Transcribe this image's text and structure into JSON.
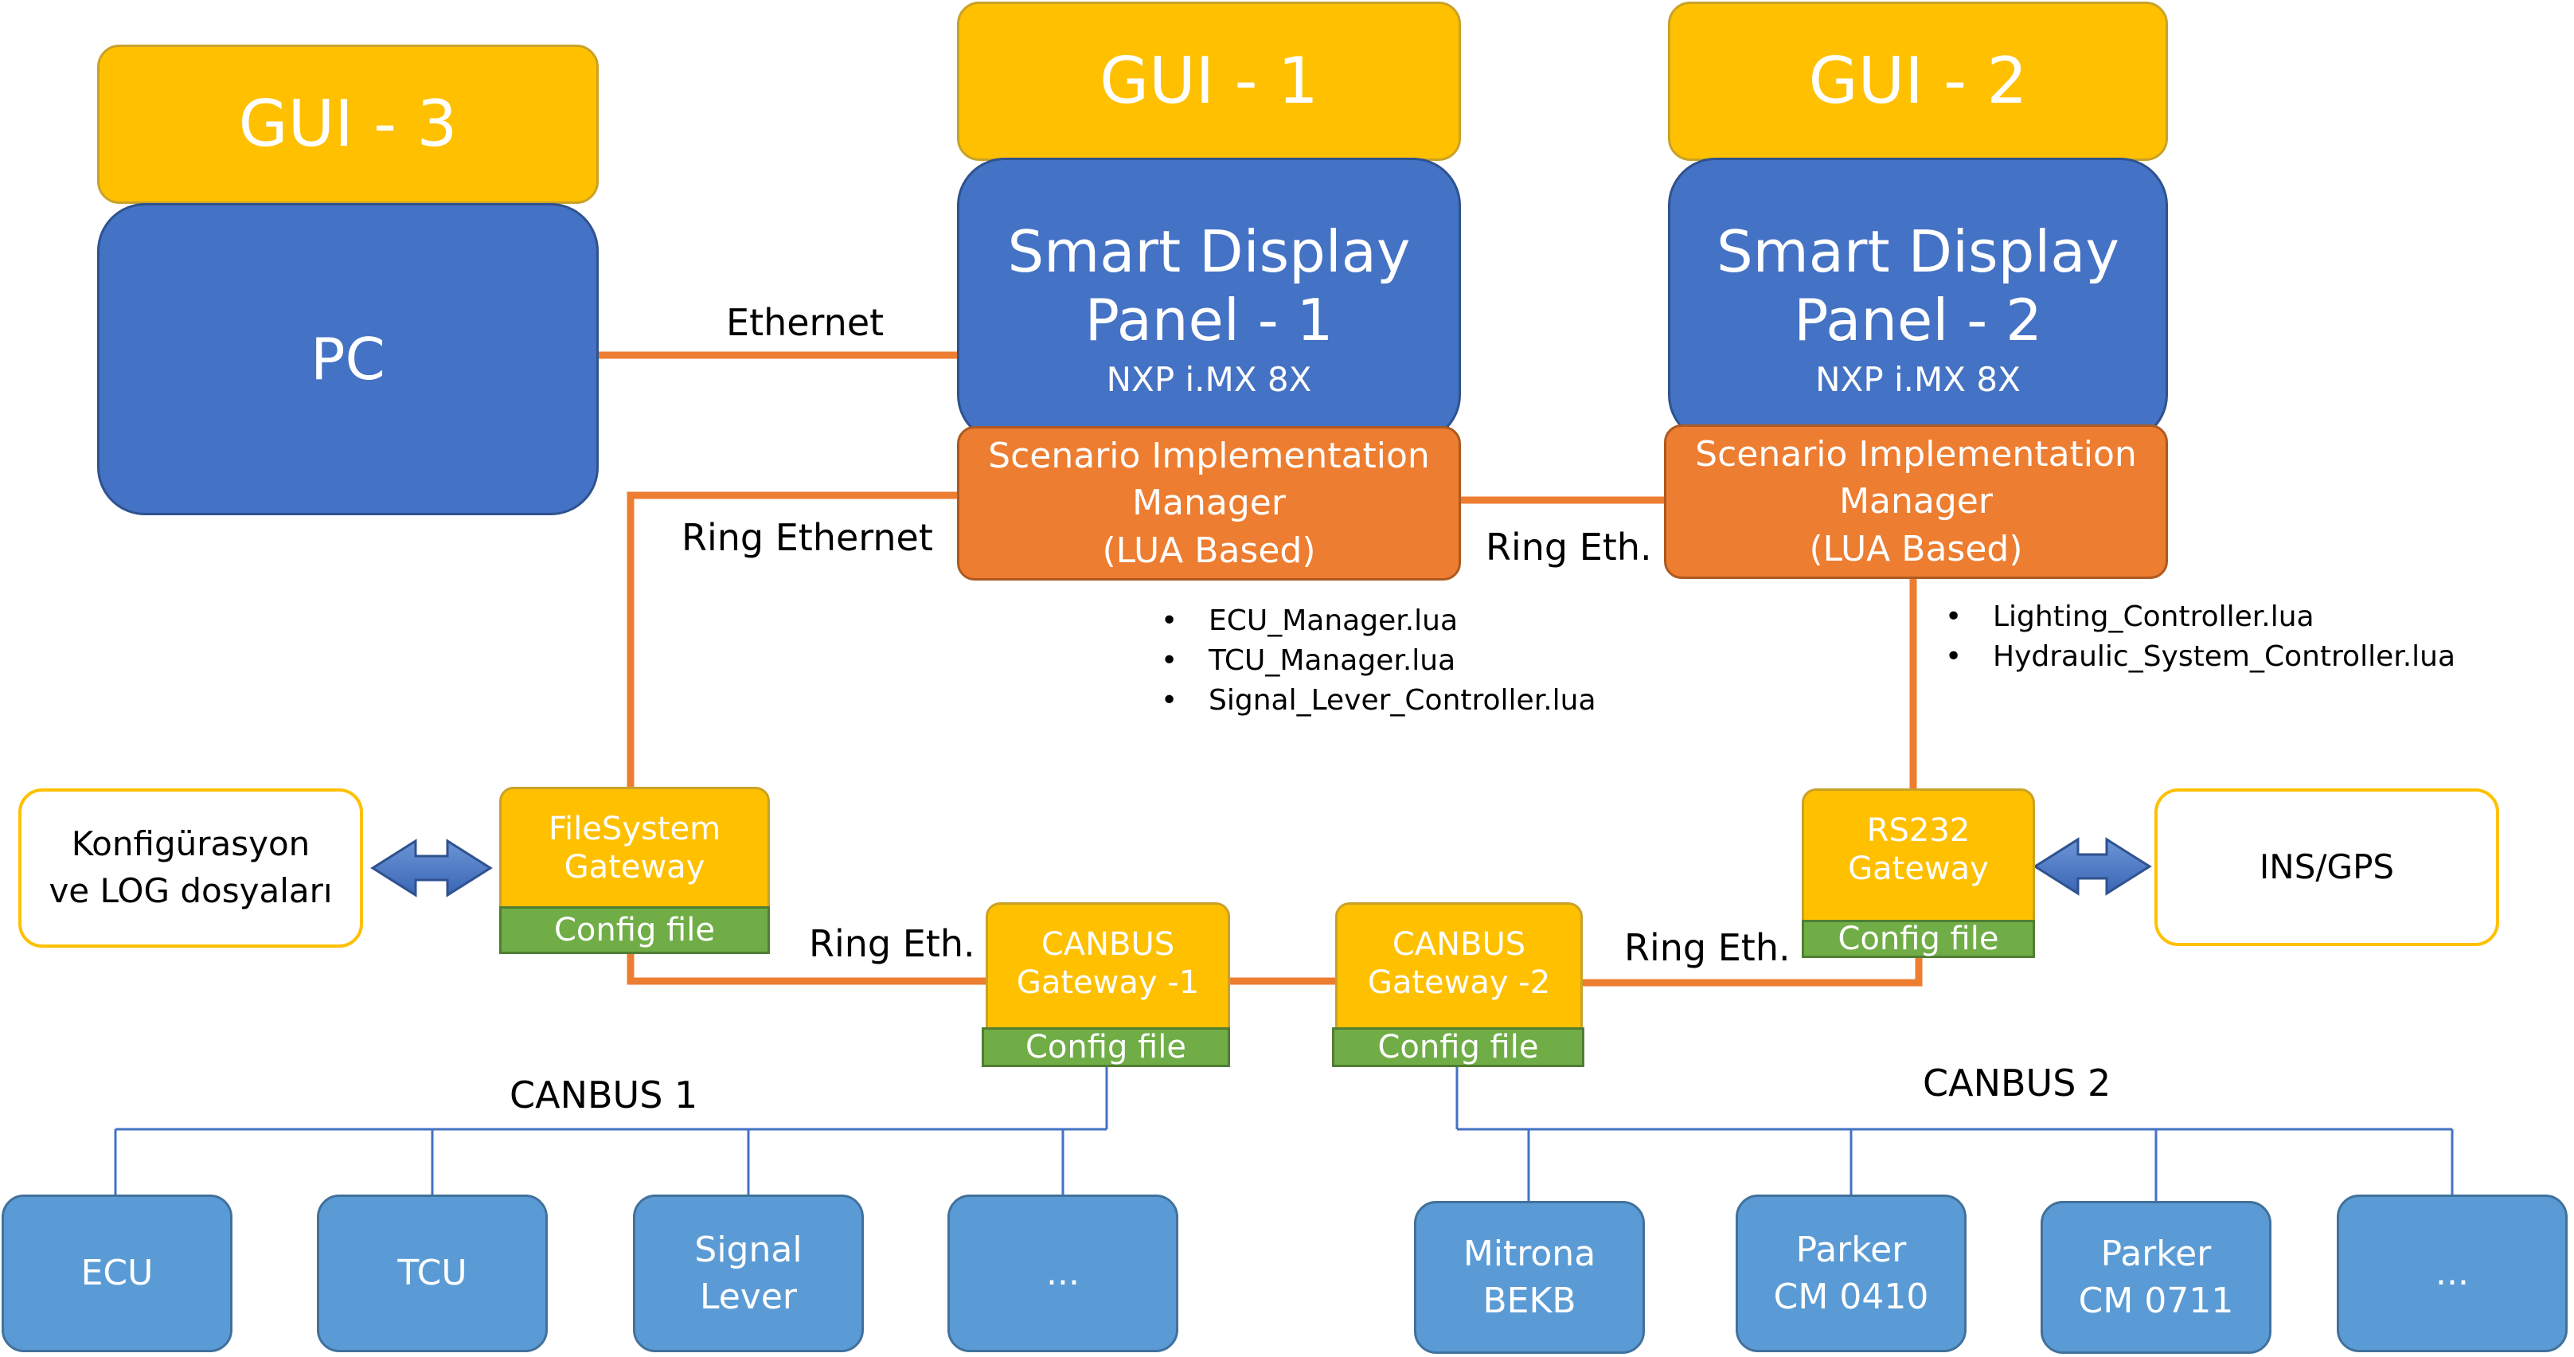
{
  "colors": {
    "gui": "#FFC000",
    "panel": "#4472C4",
    "scenario_manager": "#ED7D31",
    "config_file": "#70AD47",
    "device": "#5B9BD5",
    "ethernet_line": "#ED7D31",
    "canbus_line": "#4472C4"
  },
  "gui": {
    "gui1": "GUI - 1",
    "gui2": "GUI - 2",
    "gui3": "GUI - 3"
  },
  "pc": {
    "label": "PC"
  },
  "panel1": {
    "line1": "Smart Display",
    "line2": "Panel - 1",
    "soc": "NXP i.MX 8X"
  },
  "panel2": {
    "line1": "Smart Display",
    "line2": "Panel - 2",
    "soc": "NXP i.MX 8X"
  },
  "sim1": {
    "line1": "Scenario Implementation",
    "line2": "Manager",
    "line3": "(LUA Based)"
  },
  "sim2": {
    "line1": "Scenario Implementation",
    "line2": "Manager",
    "line3": "(LUA Based)"
  },
  "scripts1": [
    "ECU_Manager.lua",
    "TCU_Manager.lua",
    "Signal_Lever_Controller.lua"
  ],
  "scripts2": [
    "Lighting_Controller.lua",
    "Hydraulic_System_Controller.lua"
  ],
  "links": {
    "ethernet": "Ethernet",
    "ring_ethernet": "Ring Ethernet",
    "ring_eth_top": "Ring Eth.",
    "ring_eth_left": "Ring Eth.",
    "ring_eth_right": "Ring Eth."
  },
  "fs_gateway": {
    "line1": "FileSystem",
    "line2": "Gateway",
    "config": "Config file"
  },
  "rs232_gateway": {
    "line1": "RS232",
    "line2": "Gateway",
    "config": "Config file"
  },
  "can_gw1": {
    "line1": "CANBUS",
    "line2": "Gateway -1",
    "config": "Config file"
  },
  "can_gw2": {
    "line1": "CANBUS",
    "line2": "Gateway -2",
    "config": "Config file"
  },
  "config_logs": {
    "line1": "Konfigürasyon",
    "line2": "ve LOG dosyaları"
  },
  "ins_gps": {
    "label": "INS/GPS"
  },
  "canbus1": {
    "label": "CANBUS 1",
    "devices": [
      {
        "line1": "ECU",
        "line2": ""
      },
      {
        "line1": "TCU",
        "line2": ""
      },
      {
        "line1": "Signal",
        "line2": "Lever"
      },
      {
        "line1": "...",
        "line2": ""
      }
    ]
  },
  "canbus2": {
    "label": "CANBUS 2",
    "devices": [
      {
        "line1": "Mitrona",
        "line2": "BEKB"
      },
      {
        "line1": "Parker",
        "line2": "CM 0410"
      },
      {
        "line1": "Parker",
        "line2": "CM 0711"
      },
      {
        "line1": "...",
        "line2": ""
      }
    ]
  }
}
